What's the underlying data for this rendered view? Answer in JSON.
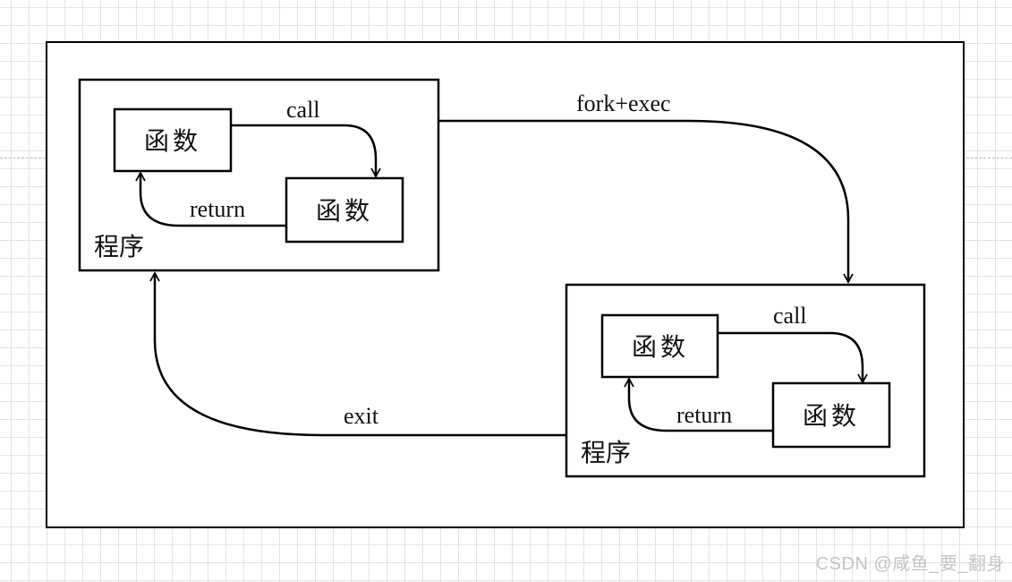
{
  "left_group": {
    "program_label": "程序",
    "func_a_label": "函数",
    "func_b_label": "函数",
    "call_label": "call",
    "return_label": "return"
  },
  "right_group": {
    "program_label": "程序",
    "func_a_label": "函数",
    "func_b_label": "函数",
    "call_label": "call",
    "return_label": "return"
  },
  "edges": {
    "fork_exec_label": "fork+exec",
    "exit_label": "exit"
  },
  "watermark": "CSDN @咸鱼_要_翻身"
}
